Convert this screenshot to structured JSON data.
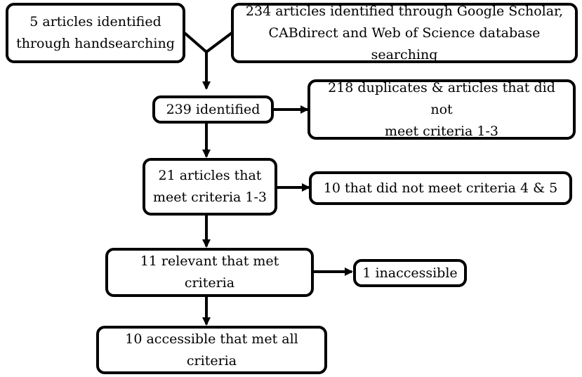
{
  "flowchart": {
    "nodes": {
      "handsearch": {
        "lines": [
          "5 articles identified",
          "through handsearching"
        ]
      },
      "database": {
        "lines": [
          "234 articles identified through Google Scholar,",
          "CABdirect and Web of Science database searching"
        ]
      },
      "identified": {
        "lines": [
          "239 identified"
        ]
      },
      "duplicates": {
        "lines": [
          "218 duplicates & articles that did not",
          "meet criteria 1-3"
        ]
      },
      "meet_1_3": {
        "lines": [
          "21 articles that",
          "meet criteria 1-3"
        ]
      },
      "not_4_5": {
        "lines": [
          "10 that did not meet criteria 4 & 5"
        ]
      },
      "relevant": {
        "lines": [
          "11 relevant that met criteria"
        ]
      },
      "inaccessible": {
        "lines": [
          "1 inaccessible"
        ]
      },
      "accessible": {
        "lines": [
          "10 accessible that met all criteria"
        ]
      }
    },
    "edges": [
      {
        "from": "handsearch",
        "to": "identified"
      },
      {
        "from": "database",
        "to": "identified"
      },
      {
        "from": "identified",
        "to": "duplicates"
      },
      {
        "from": "identified",
        "to": "meet_1_3"
      },
      {
        "from": "meet_1_3",
        "to": "not_4_5"
      },
      {
        "from": "meet_1_3",
        "to": "relevant"
      },
      {
        "from": "relevant",
        "to": "inaccessible"
      },
      {
        "from": "relevant",
        "to": "accessible"
      }
    ]
  }
}
